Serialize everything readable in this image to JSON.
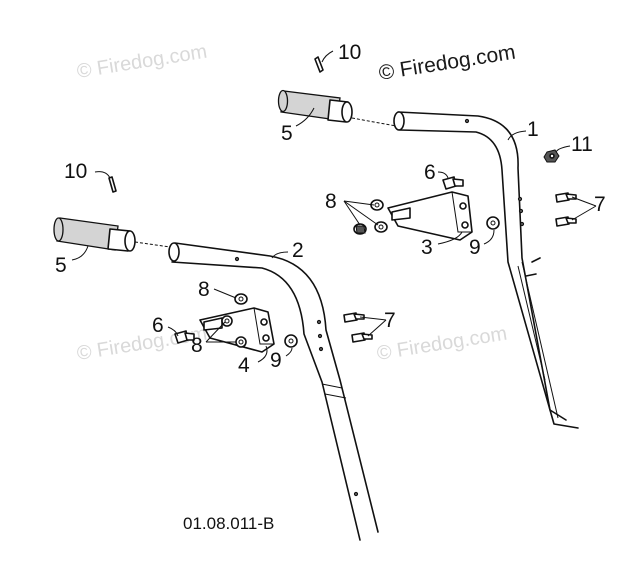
{
  "watermark": {
    "text_light": "© Firedog.com",
    "text_dark": "© Firedog.com"
  },
  "callouts": {
    "n1": "1",
    "n2": "2",
    "n3": "3",
    "n4": "4",
    "n5": "5",
    "n6": "6",
    "n7": "7",
    "n8": "8",
    "n9": "9",
    "n10": "10",
    "n11": "11"
  },
  "drawing_code": "01.08.011-B",
  "colors": {
    "line": "#111111",
    "watermark_light": "#d9d9d9",
    "grip_shade": "#d4d4d4"
  }
}
